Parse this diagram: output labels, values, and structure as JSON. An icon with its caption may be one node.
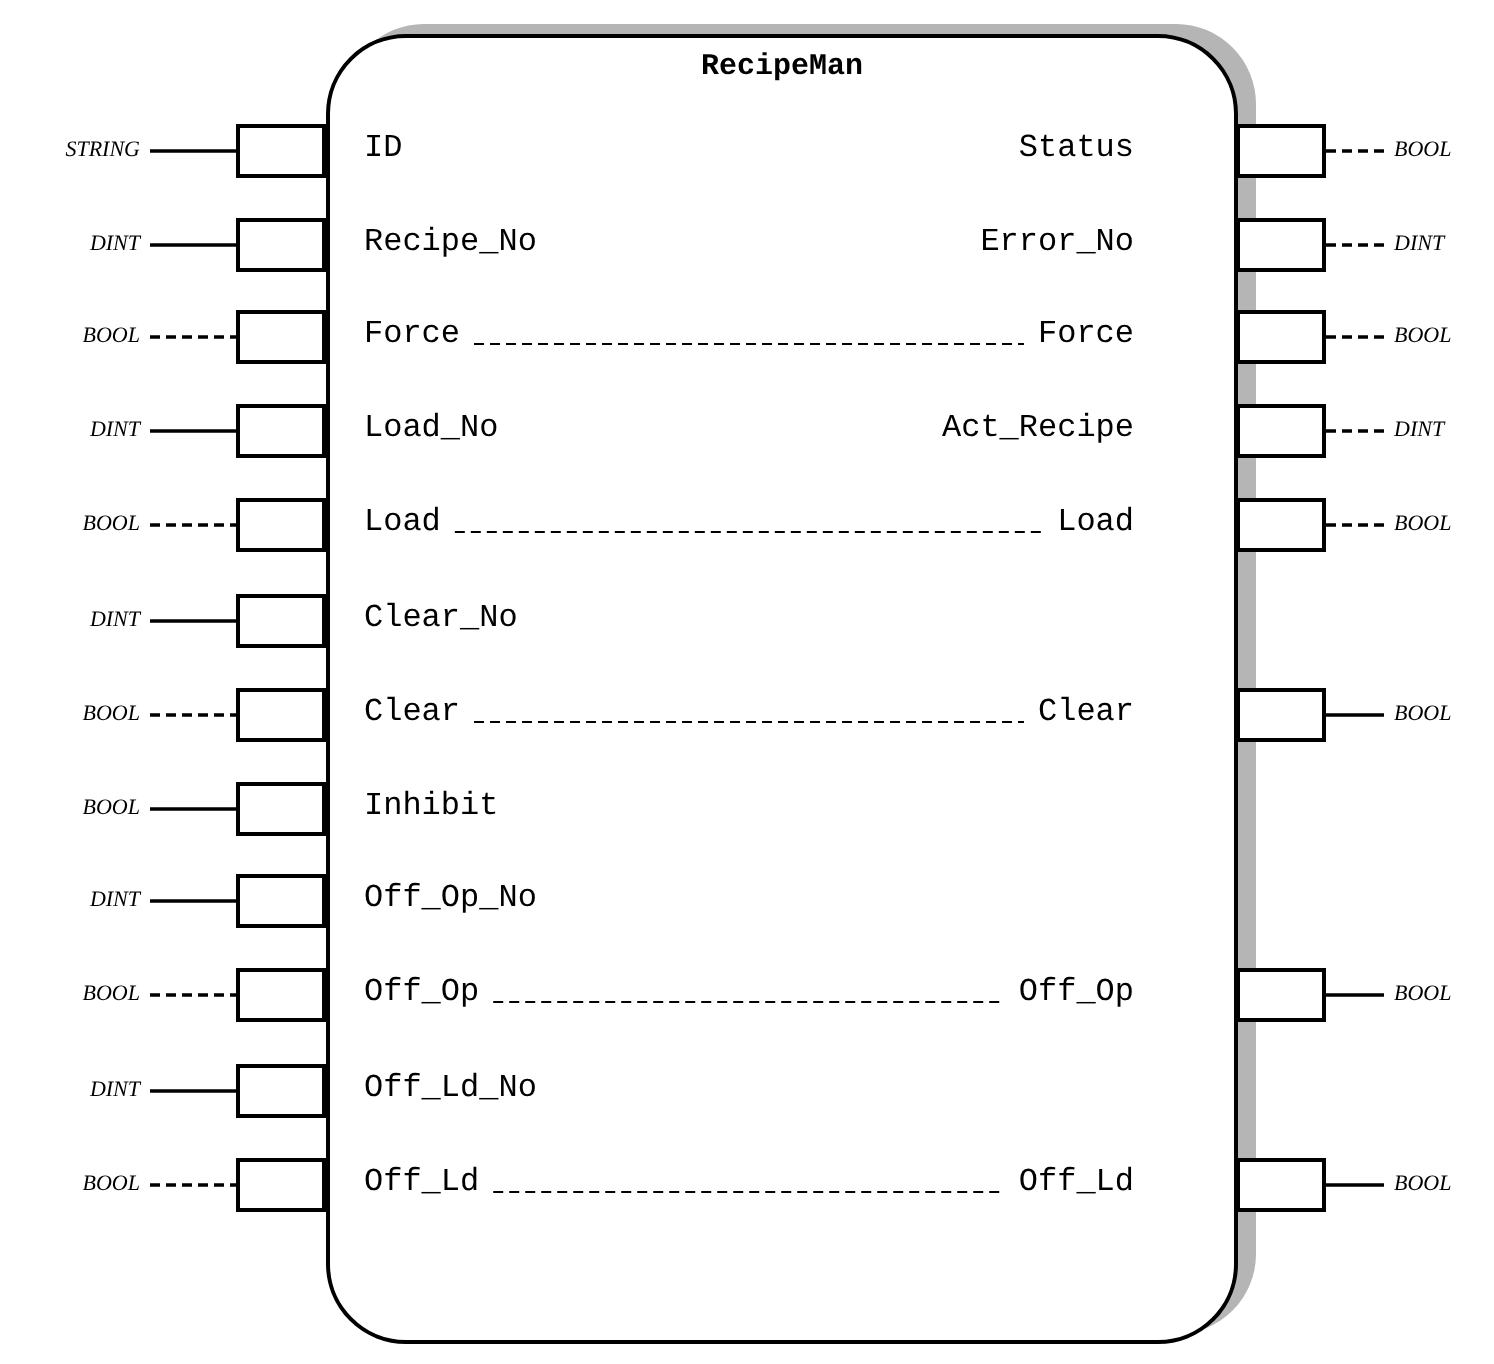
{
  "diagram": {
    "nodes": [
      {
        "text": [
          "RecipeMan"
        ]
      },
      {
        "text": [
          "STRING"
        ]
      },
      {
        "text": [],
        "shape": "box"
      },
      {
        "text": [
          "ID"
        ],
        "in": 0
      },
      {
        "text": [
          "DINT"
        ]
      },
      {
        "text": [],
        "shape": "box"
      },
      {
        "text": [
          "Recipe_No"
        ],
        "in": 0
      },
      {
        "text": [
          "BOOL"
        ]
      },
      {
        "text": [],
        "shape": "box"
      },
      {
        "text": [
          "Force"
        ],
        "in": 0
      },
      {
        "text": [
          "DINT"
        ]
      },
      {
        "text": [],
        "shape": "box"
      },
      {
        "text": [
          "Load_No"
        ],
        "in": 0
      },
      {
        "text": [
          "BOOL"
        ]
      },
      {
        "text": [],
        "shape": "box"
      },
      {
        "text": [
          "Load"
        ],
        "in": 0
      },
      {
        "text": [
          "DINT"
        ]
      },
      {
        "text": [],
        "shape": "box"
      },
      {
        "text": [
          "Clear_No"
        ],
        "in": 0
      },
      {
        "text": [
          "BOOL"
        ]
      },
      {
        "text": [],
        "shape": "box"
      },
      {
        "text": [
          "Clear"
        ],
        "in": 0
      },
      {
        "text": [
          "BOOL"
        ]
      },
      {
        "text": [],
        "shape": "box"
      },
      {
        "text": [
          "Inhibit"
        ],
        "in": 0
      },
      {
        "text": [
          "DINT"
        ]
      },
      {
        "text": [],
        "shape": "box"
      },
      {
        "text": [
          "Off_Op_No"
        ],
        "in": 0
      },
      {
        "text": [
          "BOOL"
        ]
      },
      {
        "text": [],
        "shape": "box"
      },
      {
        "text": [
          "Off_Op"
        ],
        "in": 0
      },
      {
        "text": [
          "DINT"
        ]
      },
      {
        "text": [],
        "shape": "box"
      },
      {
        "text": [
          "Off_Ld_No"
        ],
        "in": 0
      },
      {
        "text": [
          "BOOL"
        ]
      },
      {
        "text": [],
        "shape": "box"
      },
      {
        "text": [
          "Off_Ld"
        ],
        "in": 0
      },
      {
        "text": [
          "Status"
        ],
        "in": 0
      },
      {
        "text": [],
        "shape": "box"
      },
      {
        "text": [
          "BOOL"
        ]
      },
      {
        "text": [
          "Error_No"
        ],
        "in": 0
      },
      {
        "text": [],
        "shape": "box"
      },
      {
        "text": [
          "DINT"
        ]
      },
      {
        "text": [
          "Force"
        ],
        "in": 0
      },
      {
        "text": [],
        "shape": "box"
      },
      {
        "text": [
          "BOOL"
        ]
      },
      {
        "text": [
          "Act_Recipe"
        ],
        "in": 0
      },
      {
        "text": [],
        "shape": "box"
      },
      {
        "text": [
          "DINT"
        ]
      },
      {
        "text": [
          "Load"
        ],
        "in": 0
      },
      {
        "text": [],
        "shape": "box"
      },
      {
        "text": [
          "BOOL"
        ]
      },
      {
        "text": [
          "Clear"
        ],
        "in": 0
      },
      {
        "text": [],
        "shape": "box"
      },
      {
        "text": [
          "BOOL"
        ]
      },
      {
        "text": [
          "Off_Op"
        ],
        "in": 0
      },
      {
        "text": [],
        "shape": "box"
      },
      {
        "text": [
          "BOOL"
        ]
      },
      {
        "text": [
          "Off_Ld"
        ],
        "in": 0
      },
      {
        "text": [],
        "shape": "box"
      },
      {
        "text": [
          "BOOL"
        ]
      }
    ],
    "edges": [
      {
        "from": 1,
        "to": 2,
        "arrow": "none"
      },
      {
        "from": 4,
        "to": 5,
        "arrow": "none"
      },
      {
        "from": 7,
        "to": 8,
        "arrow": "none",
        "style": "dashed"
      },
      {
        "from": 10,
        "to": 11,
        "arrow": "none"
      },
      {
        "from": 13,
        "to": 14,
        "arrow": "none",
        "style": "dashed"
      },
      {
        "from": 16,
        "to": 17,
        "arrow": "none"
      },
      {
        "from": 19,
        "to": 20,
        "arrow": "none",
        "style": "dashed"
      },
      {
        "from": 22,
        "to": 23,
        "arrow": "none"
      },
      {
        "from": 25,
        "to": 26,
        "arrow": "none"
      },
      {
        "from": 28,
        "to": 29,
        "arrow": "none",
        "style": "dashed"
      },
      {
        "from": 31,
        "to": 32,
        "arrow": "none"
      },
      {
        "from": 34,
        "to": 35,
        "arrow": "none",
        "style": "dashed"
      },
      {
        "from": 38,
        "to": 39,
        "arrow": "none",
        "style": "dashed"
      },
      {
        "from": 41,
        "to": 42,
        "arrow": "none",
        "style": "dashed"
      },
      {
        "from": 44,
        "to": 45,
        "arrow": "none",
        "style": "dashed"
      },
      {
        "from": 47,
        "to": 48,
        "arrow": "none",
        "style": "dashed"
      },
      {
        "from": 50,
        "to": 51,
        "arrow": "none",
        "style": "dashed"
      },
      {
        "from": 53,
        "to": 54,
        "arrow": "none"
      },
      {
        "from": 56,
        "to": 57,
        "arrow": "none"
      },
      {
        "from": 59,
        "to": 60,
        "arrow": "none"
      },
      {
        "from": 9,
        "to": 43,
        "arrow": "none",
        "style": "dashed"
      },
      {
        "from": 15,
        "to": 49,
        "arrow": "none",
        "style": "dashed"
      },
      {
        "from": 21,
        "to": 52,
        "arrow": "none",
        "style": "dashed"
      },
      {
        "from": 30,
        "to": 55,
        "arrow": "none",
        "style": "dashed"
      },
      {
        "from": 36,
        "to": 58,
        "arrow": "none",
        "style": "dashed"
      }
    ]
  }
}
